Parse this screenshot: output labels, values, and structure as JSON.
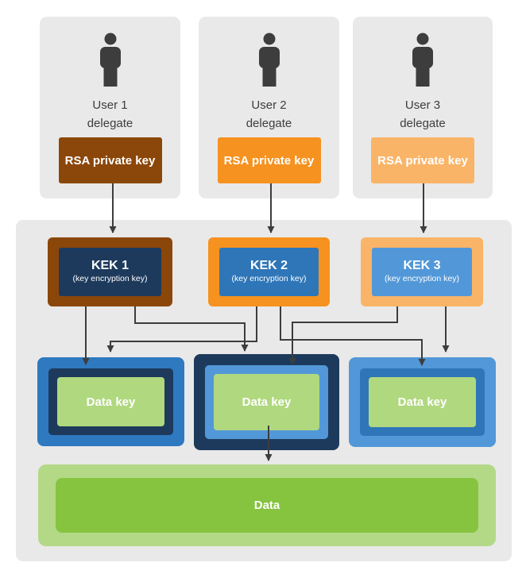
{
  "colors": {
    "page_bg": "#ffffff",
    "panel_bg": "#e9e9e9",
    "arrow": "#3d3d3d",
    "icon": "#3d3d3d",
    "text": "#3d3d3d",
    "brown": "#8b4709",
    "orange": "#f6921f",
    "light_orange": "#f9b468",
    "navy": "#1d3a5c",
    "mid_blue": "#2e76b8",
    "light_blue": "#5298d8",
    "dk1_outer_blue": "#2e79c0",
    "key_green": "#b0d87f",
    "data_outer_green": "#b3d987",
    "data_inner_green": "#86c440"
  },
  "users": [
    {
      "line1": "User 1",
      "line2": "delegate",
      "rsa_label": "RSA private key",
      "color": "#8b4709"
    },
    {
      "line1": "User 2",
      "line2": "delegate",
      "rsa_label": "RSA private key",
      "color": "#f6921f"
    },
    {
      "line1": "User 3",
      "line2": "delegate",
      "rsa_label": "RSA private key",
      "color": "#f9b468"
    }
  ],
  "keks": [
    {
      "title": "KEK 1",
      "subtitle": "(key encryption key)",
      "outer_color": "#8b4709",
      "inner_color": "#1d3a5c"
    },
    {
      "title": "KEK 2",
      "subtitle": "(key encryption key)",
      "outer_color": "#f6921f",
      "inner_color": "#2e76b8"
    },
    {
      "title": "KEK 3",
      "subtitle": "(key encryption key)",
      "outer_color": "#f9b468",
      "inner_color": "#5298d8"
    }
  ],
  "data_keys": [
    {
      "label": "Data key",
      "outer_color": "#2e79c0",
      "inner_color": "#1d3a5c",
      "fill_color": "#b0d87f"
    },
    {
      "label": "Data key",
      "outer_color": "#1d3a5c",
      "inner_color": "#5298d8",
      "fill_color": "#b0d87f"
    },
    {
      "label": "Data key",
      "outer_color": "#5298d8",
      "inner_color": "#2e76b8",
      "fill_color": "#b0d87f"
    }
  ],
  "data_box": {
    "label": "Data",
    "outer_color": "#b3d987",
    "inner_color": "#86c440"
  },
  "edges": [
    {
      "from": "rsa-private-key-1",
      "to": "kek-1"
    },
    {
      "from": "rsa-private-key-2",
      "to": "kek-2"
    },
    {
      "from": "rsa-private-key-3",
      "to": "kek-3"
    },
    {
      "from": "kek-1",
      "to": "data-key-1"
    },
    {
      "from": "kek-1",
      "to": "data-key-2"
    },
    {
      "from": "kek-2",
      "to": "data-key-1"
    },
    {
      "from": "kek-2",
      "to": "data-key-3"
    },
    {
      "from": "kek-3",
      "to": "data-key-2"
    },
    {
      "from": "kek-3",
      "to": "data-key-3"
    },
    {
      "from": "data-key-2",
      "to": "data-box"
    }
  ]
}
